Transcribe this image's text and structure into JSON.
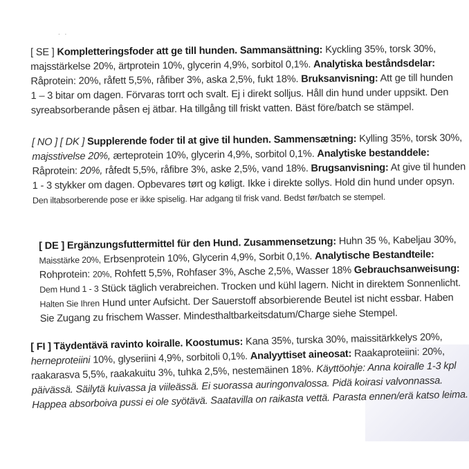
{
  "dots": ". .",
  "se": {
    "l1_code": "[ SE ]",
    "l1_bold": "Kompletteringsfoder att ge till hunden. Sammansättning:",
    "l1_rest": "Kyckling 35%, torsk 30%,",
    "l2_text": "majsstärkelse 20%, ärtprotein 10%, glycerin 4,9%, sorbitol 0,1%.",
    "l2_bold": "Analytiska beståndsdelar:",
    "l3_text": "Råprotein: 20%, råfett 5,5%, råfiber 3%, aska 2,5%, fukt 18%.",
    "l3_bold": "Bruksanvisning:",
    "l3_rest": "Att ge till hunden",
    "l4": "1 – 3 bitar om dagen. Förvaras torrt och svalt. Ej i direkt solljus. Håll din hund under uppsikt. Den",
    "l5": "syreabsorberande påsen ej ätbar. Ha tillgång till friskt vatten. Bäst före/batch se stämpel."
  },
  "no": {
    "l1_code": "[ NO ] [ DK ]",
    "l1_bold": "Supplerende foder til at give til hunden. Sammensætning:",
    "l1_rest": "Kylling 35%, torsk 30%,",
    "l2_italic": "majsstivelse 20%,",
    "l2_text": "ærteprotein 10%, glycerin 4,9%, sorbitol 0,1%.",
    "l2_bold": "Analytiske bestanddele:",
    "l3_text1": "Råprotein:",
    "l3_italic": "20%,",
    "l3_text2": "råfedt 5,5%, råfibre 3%, aske 2,5%, vand 18%.",
    "l3_bold": "Brugsanvisning:",
    "l3_rest": "At give til hunden",
    "l4": "1 - 3 stykker om dagen. Opbevares tørt og køligt. Ikke i direkte sollys. Hold din hund under opsyn.",
    "l5": "Den iltabsorberende pose er ikke spiselig. Har adgang til frisk vand. Bedst før/batch se stempel."
  },
  "de": {
    "l1_code": "[ DE ]",
    "l1_bold": "Ergänzungsfuttermittel für den Hund. Zusammensetzung:",
    "l1_rest": "Huhn 35 %, Kabeljau 30%,",
    "l2_small": "Maisstärke 20%,",
    "l2_text": "Erbsenprotein 10%, Glycerin 4,9%, Sorbit 0,1%.",
    "l2_bold": "Analytische Bestandteile:",
    "l3_text1": "Rohprotein:",
    "l3_small": "20%,",
    "l3_text2": "Rohfett 5,5%, Rohfaser 3%, Asche 2,5%, Wasser 18%",
    "l3_bold": "Gebrauchsanweisung:",
    "l4_small": "Dem Hund 1 - 3",
    "l4_text": "Stück täglich verabreichen. Trocken und kühl lagern. Nicht in direktem Sonnenlicht.",
    "l5_small": "Halten Sie Ihren",
    "l5_text": "Hund unter Aufsicht. Der Sauerstoff absorbierende Beutel ist nicht essbar. Haben",
    "l6": "Sie Zugang zu frischem Wasser. Mindesthaltbarkeitsdatum/Charge siehe Stempel."
  },
  "fi": {
    "l1_code": "[ FI ]",
    "l1_bold": "Täydentävä ravinto koiralle. Koostumus:",
    "l1_rest": "Kana 35%, turska 30%, maissitärkkelys 20%,",
    "l2_italic": "herneproteiini",
    "l2_text": "10%, glyseriini 4,9%, sorbitoli 0,1%.",
    "l2_bold": "Analyyttiset aineosat:",
    "l2_rest": "Raakaproteiini: 20%,",
    "l3_text": "raakarasva 5,5%, raakakuitu 3%, tuhka 2,5%, nestemäinen 18%.",
    "l3_italic": "Käyttöohje: Anna koiralle 1-3 kpl",
    "l4": "päivässä. Säilytä kuivassa ja viileässä. Ei suorassa auringonvalossa. Pidä koirasi valvonnassa.",
    "l5": "Happea absorboiva pussi ei ole syötävä. Saatavilla on raikasta vettä. Parasta ennen/erä katso leima."
  }
}
